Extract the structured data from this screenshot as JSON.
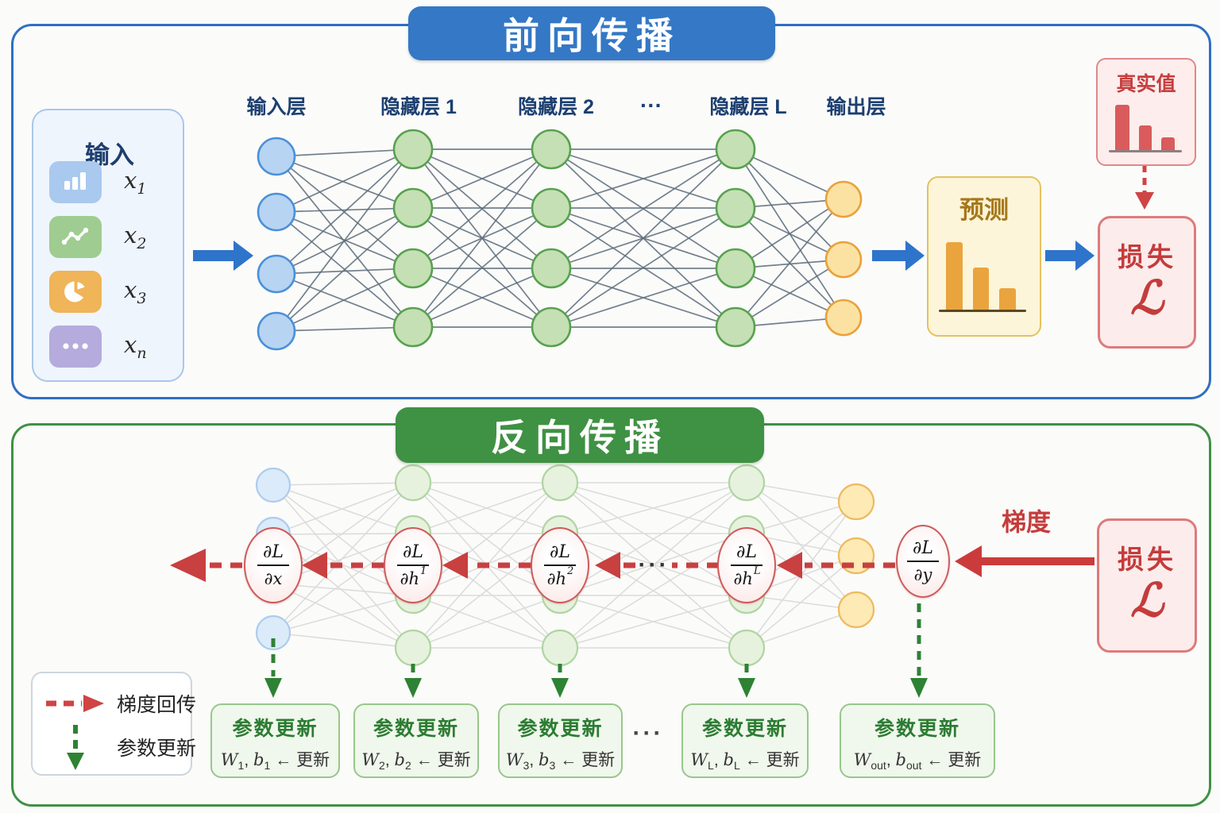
{
  "forward": {
    "title": "前向传播",
    "input_panel": {
      "title": "输入",
      "items": [
        {
          "icon": "bar-chart-icon",
          "var": "x",
          "sub": "1"
        },
        {
          "icon": "line-chart-icon",
          "var": "x",
          "sub": "2"
        },
        {
          "icon": "pie-chart-icon",
          "var": "x",
          "sub": "3"
        },
        {
          "icon": "ellipsis-icon",
          "var": "x",
          "sub": "n"
        }
      ]
    },
    "layer_labels": [
      "输入层",
      "隐藏层 1",
      "隐藏层 2",
      "···",
      "隐藏层 L",
      "输出层"
    ],
    "prediction": {
      "title": "预测"
    },
    "truth": {
      "title": "真实值"
    },
    "loss": {
      "title": "损失",
      "symbol": "ℒ"
    }
  },
  "backward": {
    "title": "反向传播",
    "gradient_label": "梯度",
    "loss": {
      "title": "损失",
      "symbol": "ℒ"
    },
    "grad_nodes": [
      {
        "num": "∂L",
        "den": "∂x",
        "sup": ""
      },
      {
        "num": "∂L",
        "den": "∂h",
        "sup": "1"
      },
      {
        "num": "∂L",
        "den": "∂h",
        "sup": "2"
      },
      {
        "num": "∂L",
        "den": "∂h",
        "sup": "L"
      },
      {
        "num": "∂L",
        "den": "∂y",
        "sup": ""
      }
    ],
    "chain_dots": "···",
    "boxes_dots": "···",
    "update_boxes": [
      {
        "title": "参数更新",
        "w": "W",
        "w_sub": "1",
        "sep": ", ",
        "b": "b",
        "b_sub": "1",
        "tail": "← 更新"
      },
      {
        "title": "参数更新",
        "w": "W",
        "w_sub": "2",
        "sep": ", ",
        "b": "b",
        "b_sub": "2",
        "tail": "← 更新"
      },
      {
        "title": "参数更新",
        "w": "W",
        "w_sub": "3",
        "sep": ", ",
        "b": "b",
        "b_sub": "3",
        "tail": "← 更新"
      },
      {
        "title": "参数更新",
        "w": "W",
        "w_sub": "L",
        "sep": ", ",
        "b": "b",
        "b_sub": "L",
        "tail": "← 更新"
      },
      {
        "title": "参数更新",
        "w": "W",
        "w_sub": "out",
        "sep": ", ",
        "b": "b",
        "b_sub": "out",
        "tail": "← 更新"
      }
    ],
    "legend": [
      {
        "label": "梯度回传"
      },
      {
        "label": "参数更新"
      }
    ]
  },
  "colors": {
    "forward_accent": "#2f6fc4",
    "backward_accent": "#3f9143",
    "input_node_fill": "#b7d4f2",
    "input_node_stroke": "#4a90d9",
    "hidden_node_fill": "#c5e0b4",
    "hidden_node_stroke": "#58a14f",
    "output_node_fill": "#fce2a2",
    "output_node_stroke": "#e9a23b",
    "edge_color": "#5e6e7c",
    "faded_edge_color": "#dbdbdb",
    "red_arrow": "#c84040",
    "green_arrow": "#2e8233",
    "blue_arrow": "#2e74cb",
    "prediction_bar": "#eaa43e",
    "truth_bar": "#d95b5b"
  }
}
